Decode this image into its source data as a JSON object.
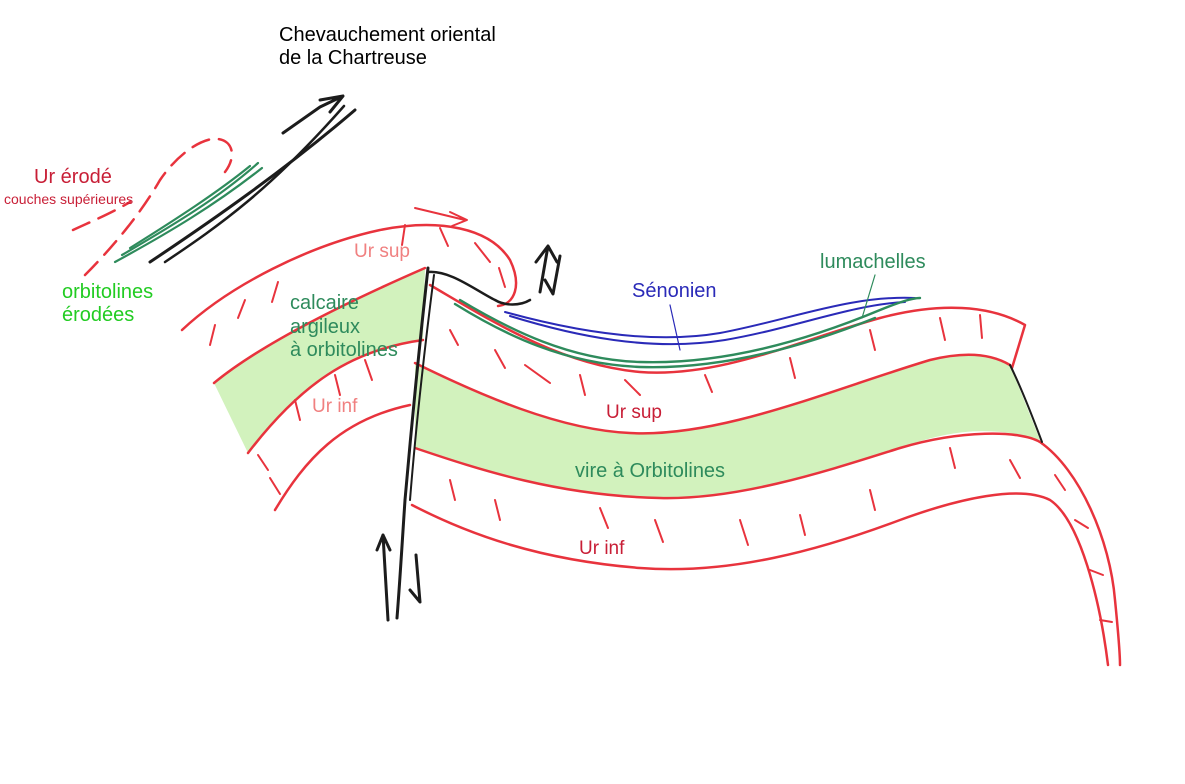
{
  "colors": {
    "urgonian_red": "#e8333d",
    "orbitoline_fill": "#d2f2bd",
    "orbitoline_green": "#2e8b5c",
    "bright_green": "#22cc22",
    "senonian_blue": "#2a2ab8",
    "fault_black": "#1c1c1c",
    "label_dark_red": "#c81e36",
    "label_pink": "#f08080",
    "label_black": "#000000"
  },
  "labels": {
    "title_line1": "Chevauchement oriental",
    "title_line2": "de la Chartreuse",
    "ur_erode": "Ur érodé",
    "couches_superieures": "couches supérieures",
    "orbitolines_erodees_line1": "orbitolines",
    "orbitolines_erodees_line2": "érodées",
    "ur_sup_left": "Ur sup",
    "calcaire_line1": "calcaire",
    "calcaire_line2": "argileux",
    "calcaire_line3": "à orbitolines",
    "ur_inf_left": "Ur inf",
    "senonien": "Sénonien",
    "lumachelles": "lumachelles",
    "ur_sup_right": "Ur sup",
    "vire_orbitolines": "vire à Orbitolines",
    "ur_inf_right": "Ur inf"
  }
}
